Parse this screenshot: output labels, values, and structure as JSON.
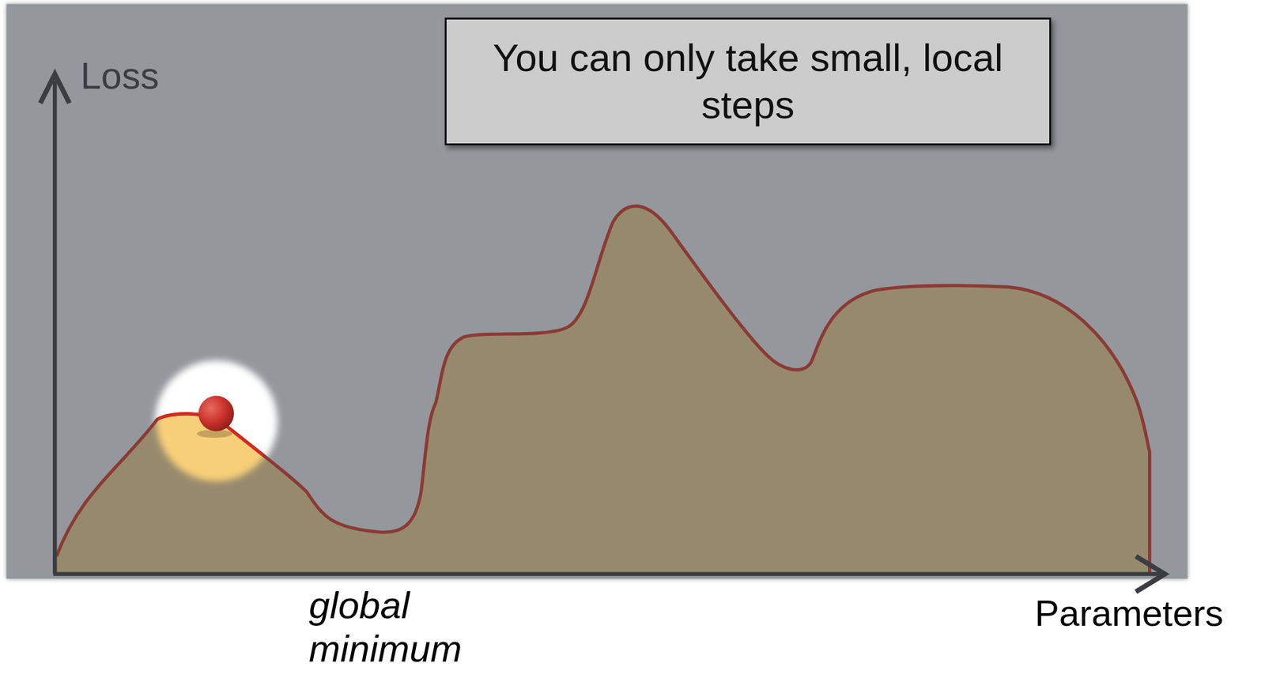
{
  "diagram": {
    "nodes": [
      {
        "text": [
          "You can only take small, local steps"
        ]
      }
    ],
    "labels": [
      "Loss",
      "global minimum",
      "Parameters"
    ]
  }
}
